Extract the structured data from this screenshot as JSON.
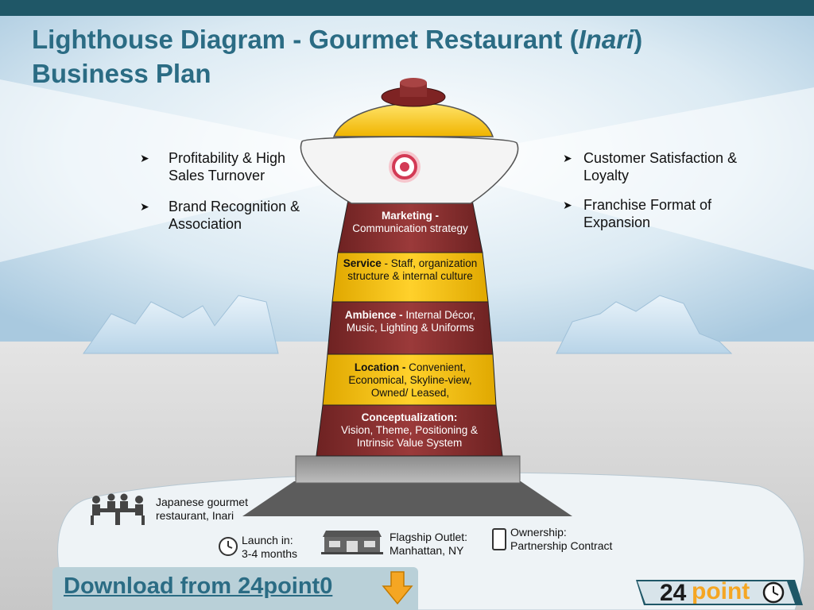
{
  "title": {
    "line1_prefix": "Lighthouse Diagram - Gourmet Restaurant (",
    "line1_italic": "Inari",
    "line1_suffix": ")",
    "line2": "Business Plan"
  },
  "goals_left": [
    {
      "text": "Profitability & High Sales Turnover"
    },
    {
      "text": "Brand Recognition & Association"
    }
  ],
  "goals_right": [
    {
      "text": "Customer Satisfaction & Loyalty"
    },
    {
      "text": "Franchise Format of Expansion"
    }
  ],
  "tiers": [
    {
      "label": "Marketing -",
      "text": "Communication strategy"
    },
    {
      "label": "Service",
      "text": " - Staff, organization structure & internal culture"
    },
    {
      "label": "Ambience -",
      "text": " Internal Décor, Music, Lighting & Uniforms"
    },
    {
      "label": "Location -",
      "text": " Convenient, Economical, Skyline-view, Owned/ Leased,"
    },
    {
      "label": "Conceptualization:",
      "text": "Vision, Theme, Positioning & Intrinsic Value System"
    }
  ],
  "info": {
    "restaurant": "Japanese gourmet restaurant, Inari",
    "launch_label": "Launch in:",
    "launch_value": "3-4 months",
    "outlet_label": "Flagship Outlet:",
    "outlet_value": "Manhattan, NY",
    "ownership_label": "Ownership:",
    "ownership_value": "Partnership Contract"
  },
  "footer": {
    "download_text": "Download from 24point0",
    "brand_number": "24",
    "brand_word": "point"
  },
  "colors": {
    "title": "#2b6c84",
    "topbar": "#1f5767",
    "tier_red": "#8c2f2f",
    "tier_yellow": "#f2c10f",
    "sky": "#cfe3f0",
    "ground": "#d7d7d7"
  },
  "icons": [
    "bullet-arrow-icon",
    "bullseye-icon",
    "people-at-table-icon",
    "clock-icon",
    "building-icon",
    "document-icon",
    "download-arrow-icon",
    "brand-clock-icon"
  ]
}
